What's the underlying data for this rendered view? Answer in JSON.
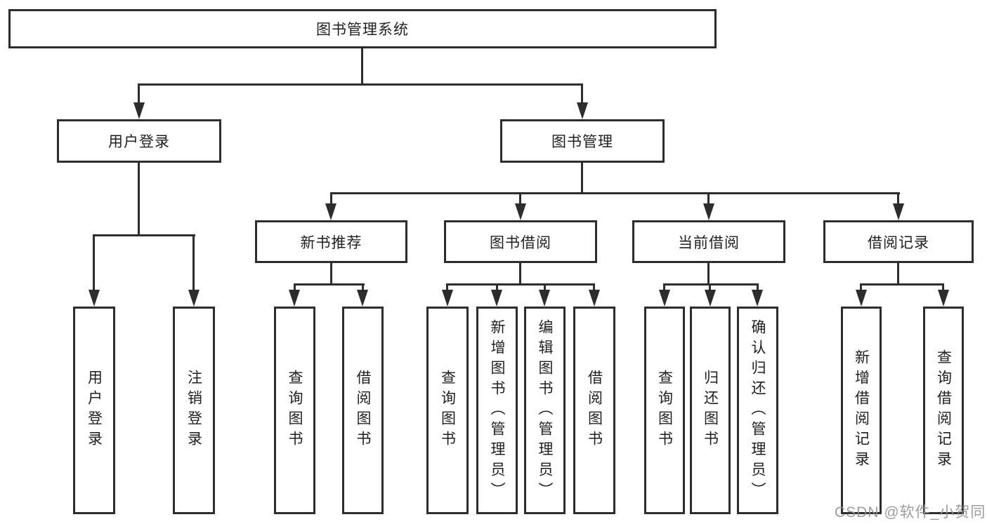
{
  "tree": {
    "label": "图书管理系统",
    "children": [
      {
        "label": "用户登录",
        "children": [
          {
            "label": "用户登录"
          },
          {
            "label": "注销登录"
          }
        ]
      },
      {
        "label": "图书管理",
        "children": [
          {
            "label": "新书推荐",
            "children": [
              {
                "label": "查询图书"
              },
              {
                "label": "借阅图书"
              }
            ]
          },
          {
            "label": "图书借阅",
            "children": [
              {
                "label": "查询图书"
              },
              {
                "label": "新增图书（管理员）"
              },
              {
                "label": "编辑图书（管理员）"
              },
              {
                "label": "借阅图书"
              }
            ]
          },
          {
            "label": "当前借阅",
            "children": [
              {
                "label": "查询图书"
              },
              {
                "label": "归还图书"
              },
              {
                "label": "确认归还（管理员）"
              }
            ]
          },
          {
            "label": "借阅记录",
            "children": [
              {
                "label": "新增借阅记录"
              },
              {
                "label": "查询借阅记录"
              }
            ]
          }
        ]
      }
    ]
  },
  "watermark": {
    "text": "CSDN @软件_小贺同学"
  },
  "colors": {
    "line": "#2d2d2d",
    "text": "#1f1f1f",
    "background": "#ffffff",
    "watermark": "#919191"
  }
}
